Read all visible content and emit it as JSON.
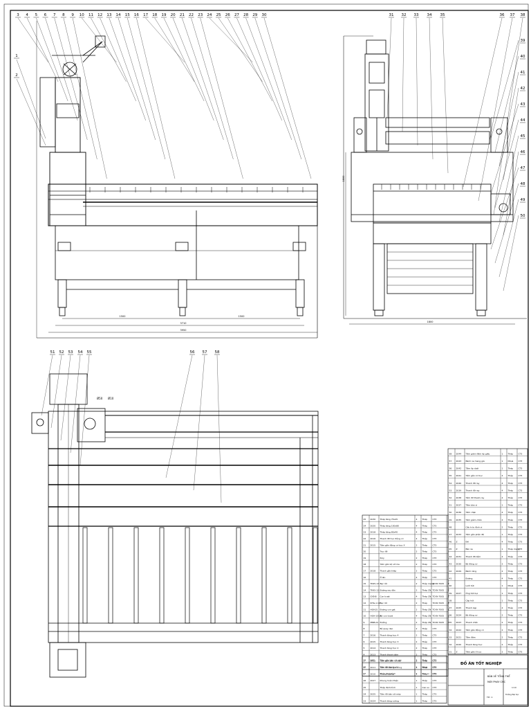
{
  "views": {
    "front": {
      "callouts": [
        "3",
        "4",
        "5",
        "6",
        "7",
        "8",
        "9",
        "10",
        "11",
        "12",
        "13",
        "14",
        "15",
        "16",
        "17",
        "18",
        "19",
        "20",
        "21",
        "22",
        "23",
        "24",
        "25",
        "26",
        "27",
        "28",
        "29",
        "30"
      ],
      "side_callouts": [
        "1",
        "2"
      ],
      "dims": {
        "left": "1500",
        "mid": "1500",
        "overall": "3710",
        "total": "3950"
      }
    },
    "side": {
      "callouts": [
        "31",
        "32",
        "33",
        "34",
        "35",
        "36",
        "37",
        "38"
      ],
      "side_callouts": [
        "39",
        "40",
        "41",
        "42",
        "43",
        "44",
        "45",
        "46",
        "47",
        "48",
        "49",
        "50"
      ],
      "dims": {
        "width": "1800",
        "height": "1800"
      }
    },
    "top": {
      "callouts": [
        "51",
        "52",
        "53",
        "54",
        "55",
        "56",
        "57",
        "58"
      ],
      "dims": {
        "a": "Ø50",
        "b": "Ø10"
      }
    }
  },
  "bom": {
    "left_rows": [
      [
        "25",
        "2030",
        "Thép tăng 75x45",
        "4",
        "Thép",
        "CT3",
        ""
      ],
      [
        "24",
        "2020",
        "Thép tăng 100x80",
        "4",
        "Thép",
        "CT3",
        ""
      ],
      [
        "23",
        "2018",
        "Thép tăng 80x40",
        "4",
        "Thép",
        "CT3",
        ""
      ],
      [
        "22",
        "2016",
        "Thanh đỡ trục động cơ",
        "4",
        "Thép",
        "CT3",
        ""
      ],
      [
        "21",
        "2015",
        "Tấm gắn động cơ trục X",
        "2",
        "Thép",
        "CT3",
        ""
      ],
      [
        "20",
        "",
        "Trục đỡ",
        "2",
        "Thép",
        "CT3",
        ""
      ],
      [
        "19",
        "",
        "Puly",
        "2",
        "Thép",
        "CT3",
        ""
      ],
      [
        "18",
        "",
        "Tấm gắn bộ vít me",
        "2",
        "Thép",
        "CT3",
        ""
      ],
      [
        "17",
        "2018",
        "Thanh gắn thép",
        "2",
        "Thép",
        "CT3",
        ""
      ],
      [
        "16",
        "",
        "Ổ lăn",
        "4",
        "Thép",
        "CT3",
        ""
      ],
      [
        "15",
        "TK95-13",
        "Bạc lót",
        "2",
        "Thép mạng",
        "TCVN 7005",
        "Z"
      ],
      [
        "14",
        "TK95-13",
        "Đường ray dẫn",
        "2",
        "Thép CN",
        "TCVN 7005",
        "Z"
      ],
      [
        "13",
        "GYB-B",
        "Con trượt",
        "4",
        "Thép CN",
        "TCVN 7005",
        "Z"
      ],
      [
        "12",
        "KHG-1.10",
        "Bạc lót",
        "2",
        "Thép",
        "TCVN 7005",
        "Z"
      ],
      [
        "11",
        "HGH15",
        "Đường con gạt",
        "2",
        "Thép CN",
        "TCVN 7005",
        "Z"
      ],
      [
        "10",
        "HGH-15CA",
        "Bộ con trượt",
        "4",
        "Thép CN",
        "TCVN 7005",
        "Z"
      ],
      [
        "9",
        "MNB-01",
        "Đường",
        "2",
        "Thép CN",
        "TCVN 7005",
        "Z"
      ],
      [
        "8",
        "",
        "Bộ quay dao",
        "2",
        "Thép",
        "CT3",
        ""
      ],
      [
        "7",
        "2016",
        "Thanh tăng trục 4",
        "2",
        "Thép",
        "CT3",
        ""
      ],
      [
        "6",
        "2015",
        "Thanh tăng trục 3",
        "2",
        "Thép",
        "CT3",
        ""
      ],
      [
        "5",
        "2014",
        "Thanh tăng trục 2",
        "2",
        "Thép",
        "CT3",
        ""
      ],
      [
        "4",
        "2013",
        "Thanh thanh dầm",
        "2",
        "Thép",
        "CT3",
        ""
      ],
      [
        "3",
        "2012",
        "Tấm gắn bàn cơ bản",
        "2",
        "Thép",
        "CT3",
        ""
      ],
      [
        "2",
        "2011",
        "Tấm đỡ bàn gia công",
        "2",
        "Thép",
        "CT3",
        ""
      ],
      [
        "1",
        "2010",
        "Khung ngang",
        "1",
        "Thép",
        "CT3",
        ""
      ]
    ],
    "right_rows": [
      [
        "58",
        "2044",
        "Tấm giảm đệm ép giấy",
        "1",
        "Thép",
        "CT3"
      ],
      [
        "57",
        "2043",
        "Bánh xe mang giá",
        "1",
        "Nhựa",
        "CT3"
      ],
      [
        "56",
        "2042",
        "Tấm ốp dưới",
        "1",
        "Thép",
        "CT3"
      ],
      [
        "55",
        "2041",
        "Tấm gắn cơ trục",
        "4",
        "Thép",
        "CT3"
      ],
      [
        "54",
        "2040",
        "Thanh đỡ ray",
        "4",
        "Thép",
        "CT3"
      ],
      [
        "53",
        "2039",
        "Thanh đỡ ray",
        "4",
        "Thép",
        "CT3"
      ],
      [
        "52",
        "2038",
        "Tấm đỡ thanh ray",
        "4",
        "Thép",
        "CT3"
      ],
      [
        "51",
        "2037",
        "Tấm bàn vi",
        "1",
        "Thép",
        "CT3"
      ],
      [
        "50",
        "2036",
        "Tấm chặn",
        "4",
        "Thép",
        "CT3"
      ],
      [
        "49",
        "2035",
        "Tấm giảm chấn",
        "4",
        "Thép",
        "CT3"
      ],
      [
        "48",
        "",
        "Cấu trúc định vị",
        "2",
        "Thép",
        "CT3"
      ],
      [
        "47",
        "2033",
        "Tấm gắn phần đế",
        "1",
        "Thép",
        "CT3"
      ],
      [
        "46",
        "Z",
        "Đế",
        "4",
        "Thép",
        "CT3"
      ],
      [
        "45",
        "Z",
        "Bàn xe",
        "1",
        "Thép mạng",
        "CT3"
      ],
      [
        "44",
        "2031",
        "Thanh đỡ dầm",
        "4",
        "Thép",
        "CT3"
      ],
      [
        "43",
        "2030",
        "Bộ động cơ",
        "2",
        "Thép",
        "CT3"
      ],
      [
        "42",
        "2029",
        "Bánh răng",
        "2",
        "Thép",
        "CT3"
      ],
      [
        "41",
        "",
        "Đường",
        "4",
        "Thép",
        "CT3"
      ],
      [
        "40",
        "",
        "Lưới hút",
        "1",
        "Nhựa",
        "CT3"
      ],
      [
        "39",
        "2027",
        "Ống hút bụi",
        "1",
        "Thép",
        "CT3"
      ],
      [
        "38",
        "",
        "Cáp hút",
        "1",
        "Thép",
        "CT3"
      ],
      [
        "37",
        "2025",
        "Thanh kẹp",
        "4",
        "Thép",
        "CT3"
      ],
      [
        "36",
        "2024",
        "Bộ động cơ",
        "2",
        "Thép",
        "CT3"
      ],
      [
        "35",
        "2023",
        "Thanh chắn",
        "2",
        "Thép",
        "CT3"
      ],
      [
        "34",
        "2022",
        "Tấm gắn động cơ",
        "2",
        "Thép",
        "CT3"
      ],
      [
        "33",
        "2021",
        "Tấm đệm",
        "2",
        "Thép",
        "CT3"
      ],
      [
        "32",
        "2020",
        "Thanh tăng trục",
        "2",
        "Thép",
        "CT3"
      ],
      [
        "31",
        "Z",
        "Tấm gắn ổ trục",
        "2",
        "Thép",
        "CT3"
      ]
    ],
    "lower_rows": [
      [
        "29",
        "HHS",
        "Tấm gắn bàn vít nhỏ",
        "2",
        "Thép",
        "CT3"
      ],
      [
        "28",
        "",
        "Tấm đỡ thanh vít",
        "1",
        "Nhựa",
        "CT3"
      ],
      [
        "27",
        "",
        "Thép định hình",
        "1",
        "Cao su",
        "CT3"
      ],
      [
        "26",
        "2027",
        "Khung hoàn thiện",
        "1",
        "Thép",
        "CT3"
      ],
      [
        "25",
        "",
        "Thép định hình",
        "1",
        "Cao su",
        "CT3"
      ],
      [
        "24",
        "2025",
        "Tấm đỡ bàn vít máy",
        "1",
        "Thép",
        "CT3"
      ],
      [
        "23",
        "2024",
        "Thanh tăng cường",
        "1",
        "Thép",
        "CT3"
      ]
    ]
  },
  "title_block": {
    "project": "ĐỒ ÁN TỐT NGHIỆP",
    "drawing": "BẢN VẼ TỔNG THỂ",
    "sub": "MÁY PHAY CNC",
    "scale": "1:10",
    "school": "Trường Đại học",
    "sheet": "TỜ: 1"
  }
}
